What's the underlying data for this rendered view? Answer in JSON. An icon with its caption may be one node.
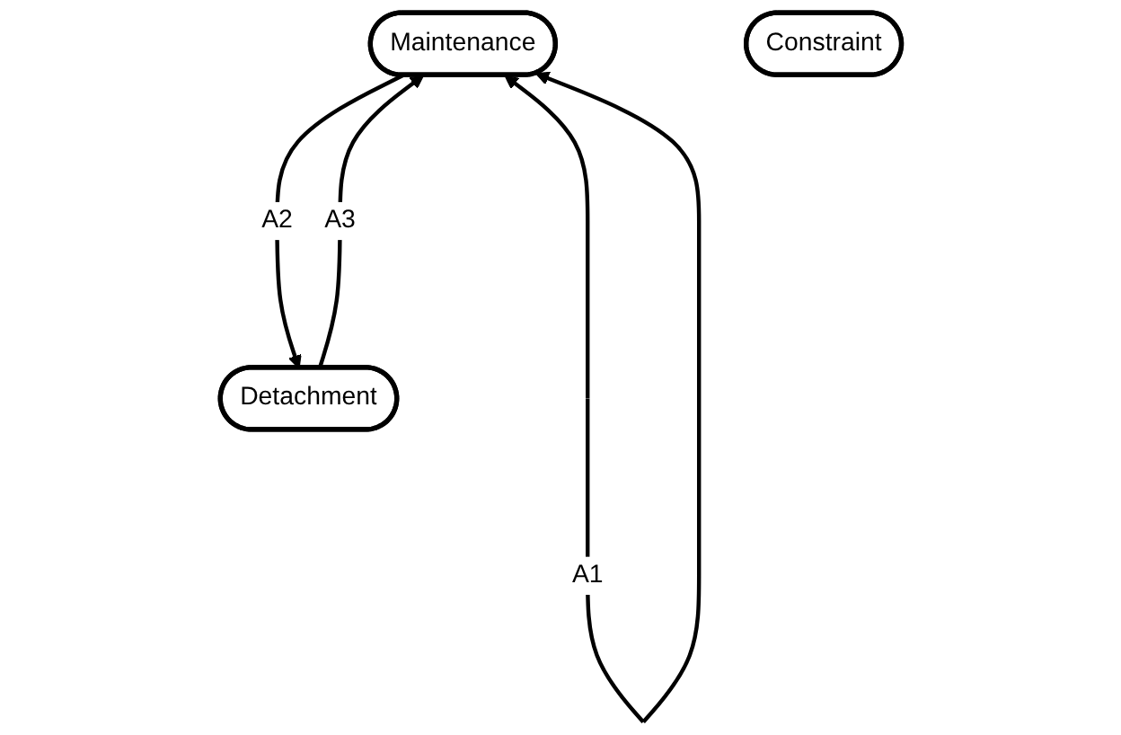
{
  "diagram": {
    "nodes": [
      {
        "text": [
          "Maintenance"
        ]
      },
      {
        "text": [
          "Detachment"
        ]
      },
      {
        "text": [
          "Constraint"
        ]
      }
    ],
    "edges": [
      {
        "from": 0,
        "to": 0,
        "arrow": "both",
        "label": "A1"
      },
      {
        "from": 0,
        "to": 1,
        "arrow": "to",
        "label": "A2"
      },
      {
        "from": 1,
        "to": 0,
        "arrow": "to",
        "label": "A3"
      }
    ]
  }
}
